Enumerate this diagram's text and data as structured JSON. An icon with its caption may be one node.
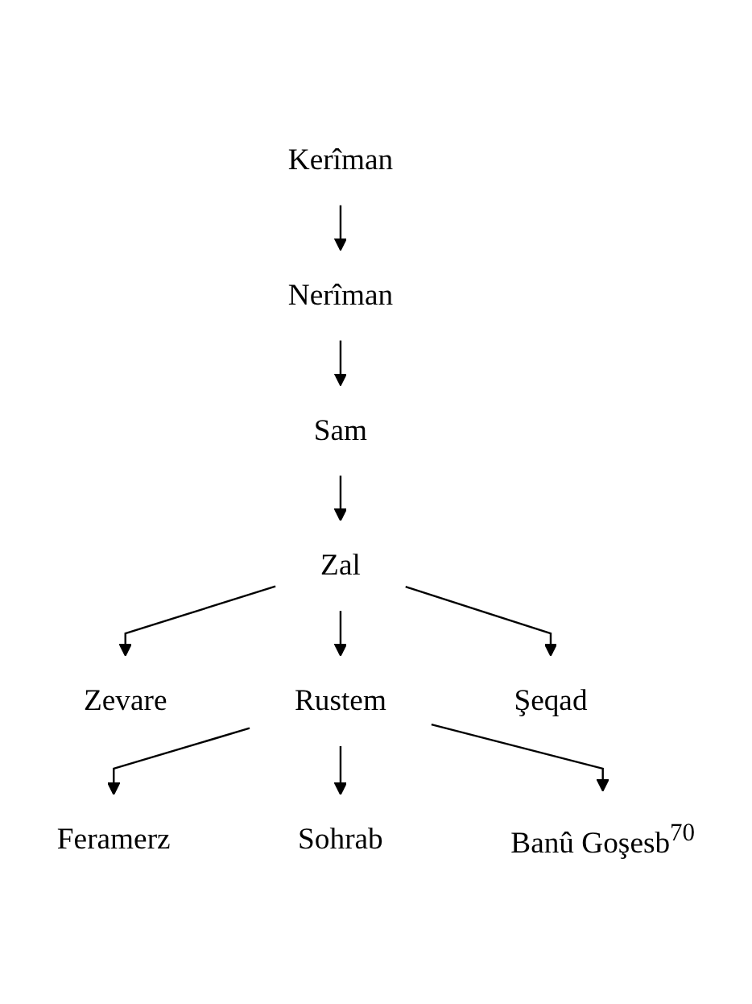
{
  "diagram": {
    "nodes": [
      {
        "text": [
          "Kerîman"
        ]
      },
      {
        "text": [
          "Nerîman"
        ]
      },
      {
        "text": [
          "Sam"
        ]
      },
      {
        "text": [
          "Zal"
        ]
      },
      {
        "text": [
          "Zevare"
        ]
      },
      {
        "text": [
          "Rustem"
        ]
      },
      {
        "text": [
          "Şeqad"
        ]
      },
      {
        "text": [
          "Feramerz"
        ]
      },
      {
        "text": [
          "Sohrab"
        ]
      },
      {
        "text": [
          "Banû Goşesb$^{70}$"
        ]
      }
    ],
    "edges": [
      {
        "from": 0,
        "to": 1,
        "arrow": "to"
      },
      {
        "from": 1,
        "to": 2,
        "arrow": "to"
      },
      {
        "from": 2,
        "to": 3,
        "arrow": "to"
      },
      {
        "from": 3,
        "to": 4,
        "arrow": "to"
      },
      {
        "from": 3,
        "to": 5,
        "arrow": "to"
      },
      {
        "from": 3,
        "to": 6,
        "arrow": "to"
      },
      {
        "from": 5,
        "to": 7,
        "arrow": "to"
      },
      {
        "from": 5,
        "to": 8,
        "arrow": "to"
      },
      {
        "from": 5,
        "to": 9,
        "arrow": "to"
      }
    ]
  }
}
